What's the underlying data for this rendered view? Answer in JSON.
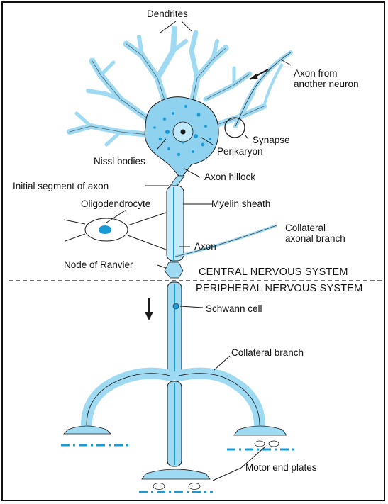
{
  "labels": {
    "dendrites": "Dendrites",
    "axon_from_another_neuron": "Axon from\nanother neuron",
    "synapse": "Synapse",
    "perikaryon": "Perikaryon",
    "nissl_bodies": "Nissl bodies",
    "axon_hillock": "Axon hillock",
    "initial_segment": "Initial segment of axon",
    "oligodendrocyte": "Oligodendrocyte",
    "myelin_sheath": "Myelin sheath",
    "collateral_axonal_branch": "Collateral\naxonal branch",
    "axon": "Axon",
    "node_of_ranvier": "Node of Ranvier",
    "cns": "CENTRAL NERVOUS SYSTEM",
    "pns": "PERIPHERAL NERVOUS SYSTEM",
    "schwann_cell": "Schwann cell",
    "collateral_branch": "Collateral branch",
    "motor_end_plates": "Motor end plates"
  },
  "colors": {
    "neuron_fill": "#9fdaf3",
    "neuron_dark": "#1a9bd6",
    "outline": "#1a1a1a",
    "text": "#111111"
  }
}
